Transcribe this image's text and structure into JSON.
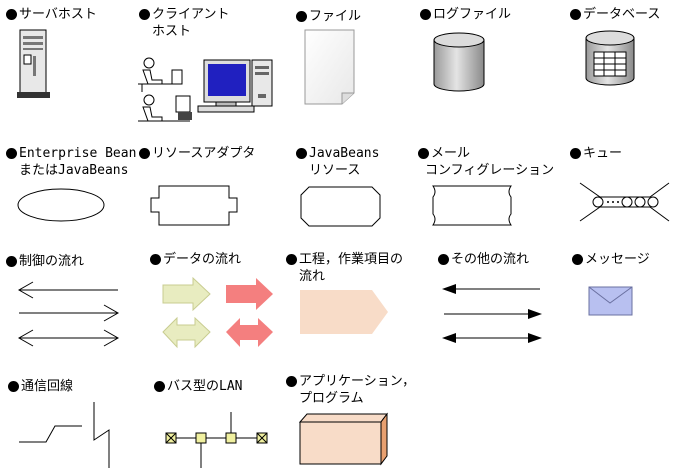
{
  "labels": {
    "server_host": "サーバホスト",
    "client_host_1": "クライアント",
    "client_host_2": "ホスト",
    "file": "ファイル",
    "log_file": "ログファイル",
    "database": "データベース",
    "ejb_1": "Enterprise Bean",
    "ejb_2": "またはJavaBeans",
    "resource_adapter": "リソースアダプタ",
    "javabeans_resource_1": "JavaBeans",
    "javabeans_resource_2": "リソース",
    "mail_config_1": "メール",
    "mail_config_2": "コンフィグレーション",
    "queue": "キュー",
    "control_flow": "制御の流れ",
    "data_flow": "データの流れ",
    "process_flow_1": "工程，作業項目の",
    "process_flow_2": "流れ",
    "other_flow": "その他の流れ",
    "message": "メッセージ",
    "comm_line": "通信回線",
    "bus_lan": "バス型のLAN",
    "application_1": "アプリケーション，",
    "application_2": "プログラム"
  },
  "colors": {
    "data_arrow_green": "#e8ecc0",
    "data_arrow_red": "#f47f7f",
    "process_fill": "#f8dcc8",
    "app_front": "#f8dcc8",
    "app_side": "#e8a070",
    "envelope_fill": "#b8c0f0",
    "cylinder_fill": "#c8c8c8",
    "lan_node": "#f0f0a0",
    "monitor_screen": "#2020c0"
  }
}
